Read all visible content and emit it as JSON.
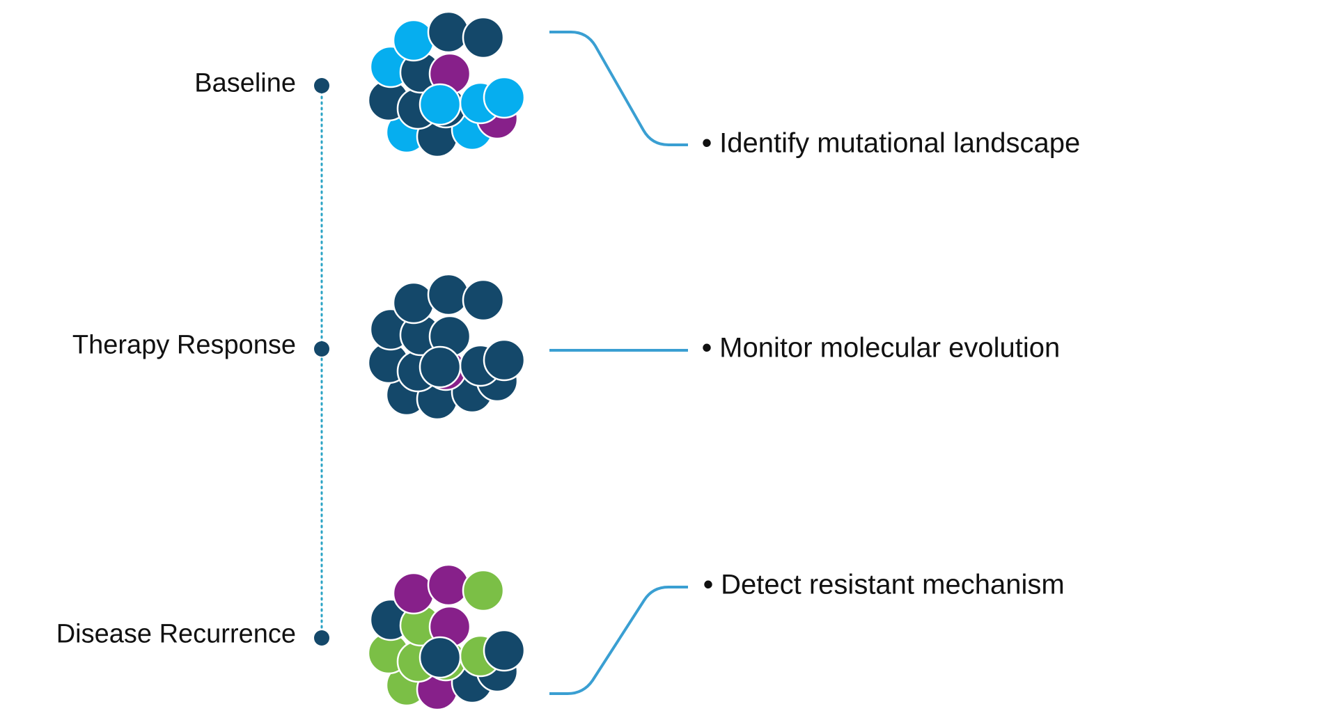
{
  "colors": {
    "dark_navy": "#14486a",
    "sky_blue": "#06aeef",
    "purple": "#87208a",
    "green": "#7bbf46",
    "connector": "#3a9fd2",
    "timeline_dot": "#14486a",
    "timeline_dotted": "#2aa3c4"
  },
  "stages": [
    {
      "label": "Baseline",
      "bullet_char": "•",
      "point": "Identify mutational landscape"
    },
    {
      "label": "Therapy Response",
      "bullet_char": "•",
      "point": "Monitor molecular evolution"
    },
    {
      "label": "Disease Recurrence",
      "bullet_char": "•",
      "point": "Detect resistant mechanism"
    }
  ],
  "clusters": [
    {
      "name": "baseline",
      "cells": [
        "sky_blue",
        "dark_navy",
        "sky_blue",
        "purple",
        "dark_navy",
        "dark_navy",
        "dark_navy",
        "sky_blue",
        "sky_blue",
        "dark_navy",
        "purple",
        "sky_blue",
        "sky_blue",
        "dark_navy",
        "dark_navy",
        "sky_blue"
      ]
    },
    {
      "name": "therapy-response",
      "cells": [
        "dark_navy",
        "dark_navy",
        "dark_navy",
        "dark_navy",
        "dark_navy",
        "dark_navy",
        "purple",
        "dark_navy",
        "dark_navy",
        "dark_navy",
        "dark_navy",
        "dark_navy",
        "dark_navy",
        "dark_navy",
        "dark_navy",
        "dark_navy"
      ]
    },
    {
      "name": "disease-recurrence",
      "cells": [
        "green",
        "purple",
        "dark_navy",
        "dark_navy",
        "green",
        "green",
        "green",
        "green",
        "dark_navy",
        "green",
        "purple",
        "dark_navy",
        "purple",
        "purple",
        "green",
        "dark_navy"
      ]
    }
  ]
}
